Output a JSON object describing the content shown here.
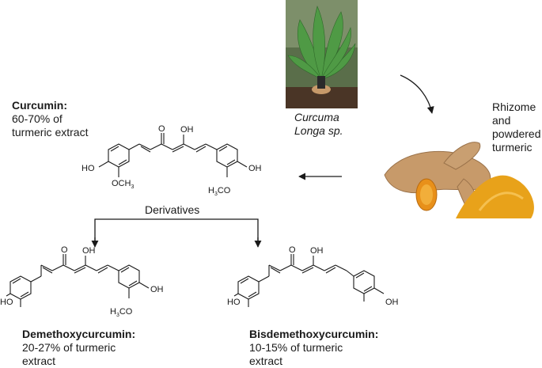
{
  "plant": {
    "caption_line1": "Curcuma",
    "caption_line2": "Longa sp."
  },
  "rhizome": {
    "caption": [
      "Rhizome",
      "and",
      "powdered",
      "turmeric"
    ]
  },
  "curcumin": {
    "name": "Curcumin:",
    "desc_line1": "60-70% of",
    "desc_line2": "turmeric extract"
  },
  "derivatives_label": "Derivatives",
  "demethoxy": {
    "name": "Demethoxycurcumin:",
    "desc_line1": "20-27% of turmeric",
    "desc_line2": "extract"
  },
  "bisdemethoxy": {
    "name": "Bisdemethoxycurcumin:",
    "desc_line1": "10-15% of turmeric",
    "desc_line2": "extract"
  },
  "atoms": {
    "O": "O",
    "OH": "OH",
    "HO": "HO",
    "OCH3": "OCH",
    "sub3": "3",
    "H3CO_H": "H",
    "H3CO_3": "3",
    "H3CO_CO": "CO",
    "OMe": "OCH3"
  },
  "colors": {
    "turmeric": "#e8a21a",
    "rhizome": "#c79a6a",
    "leaf": "#3f8a3a"
  }
}
